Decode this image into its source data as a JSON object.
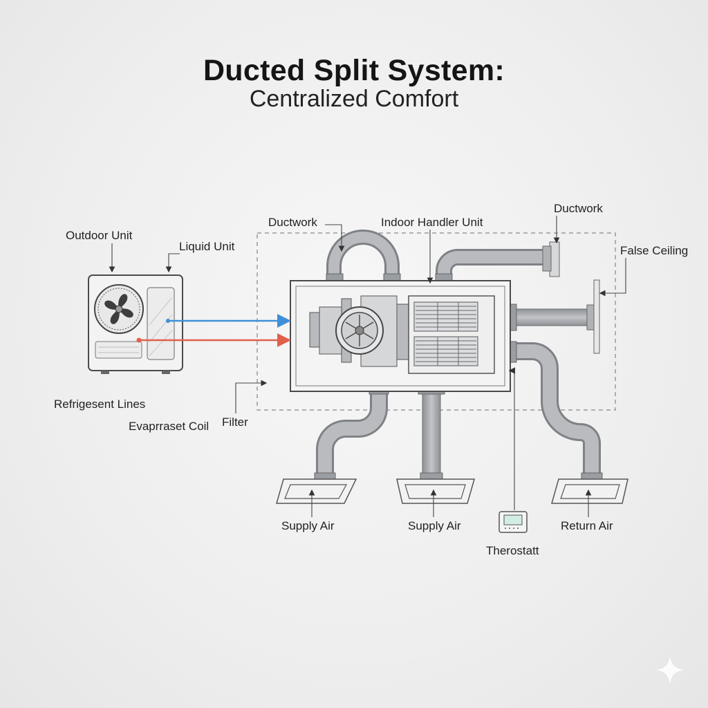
{
  "title": "Ducted Split System:",
  "subtitle": "Centralized Comfort",
  "labels": {
    "outdoor_unit": "Outdoor Unit",
    "liquid_unit": "Liquid Unit",
    "refrigerant_lines": "Refrigesent Lines",
    "evaporator_coil": "Evaprraset Coil",
    "filter": "Filter",
    "ductwork_left": "Ductwork",
    "indoor_handler": "Indoor Handler Unit",
    "ductwork_right": "Ductwork",
    "false_ceiling": "False Ceiling",
    "supply_air_1": "Supply Air",
    "supply_air_2": "Supply Air",
    "return_air": "Return Air",
    "thermostat": "Therostatt"
  },
  "colors": {
    "cold_line": "#3f8fd6",
    "hot_line": "#e0604a",
    "duct": "#a7aaae",
    "outline": "#4a4a4a"
  }
}
